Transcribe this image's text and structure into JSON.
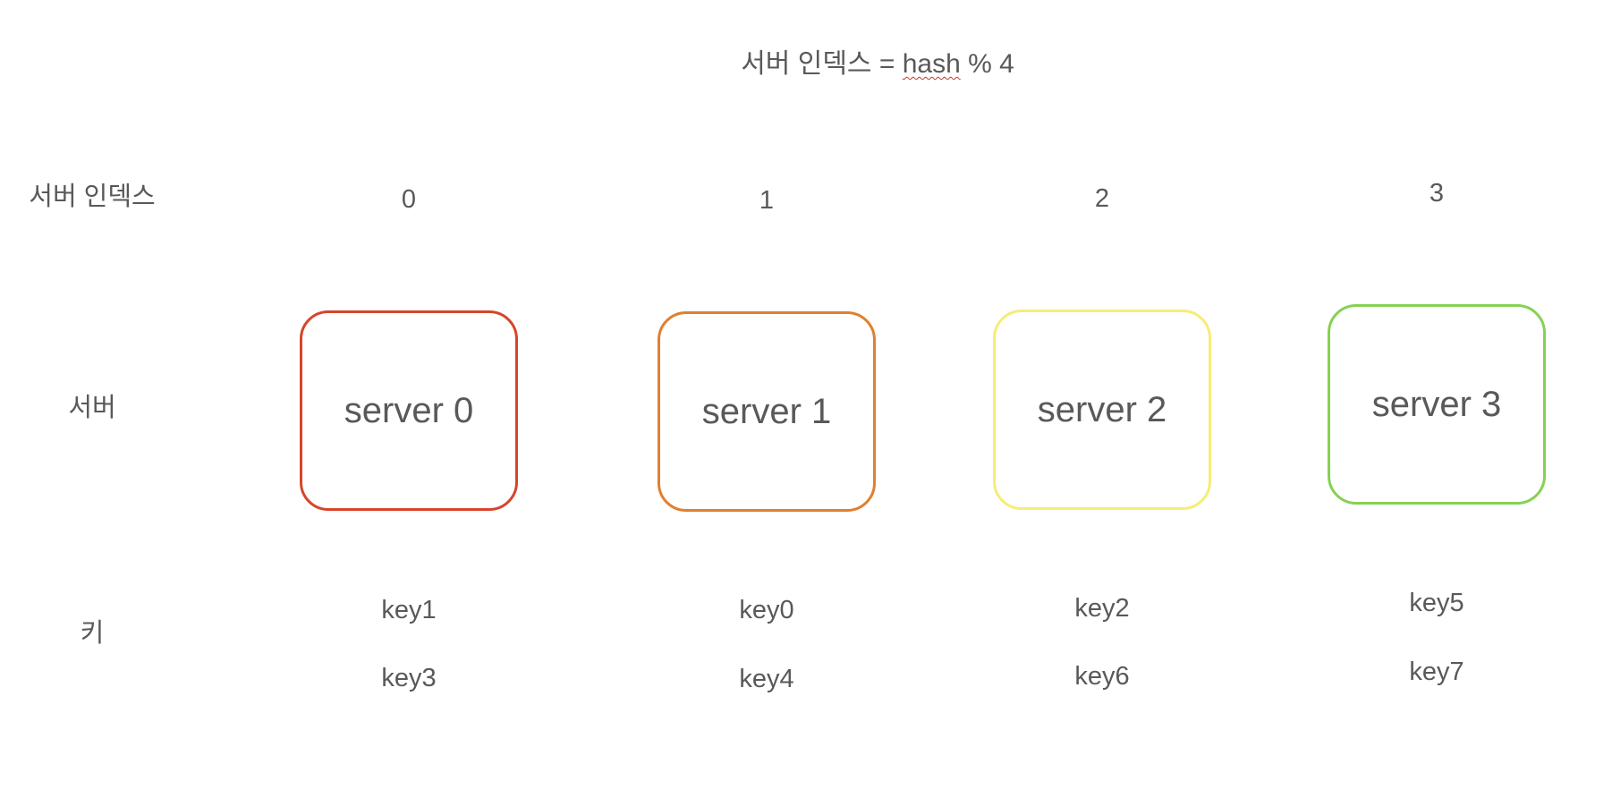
{
  "formula": {
    "prefix": "서버 인덱스 = ",
    "hash_word": "hash",
    "suffix": " % 4"
  },
  "row_labels": {
    "server_index": "서버 인덱스",
    "server": "서버",
    "key": "키"
  },
  "columns": [
    {
      "index": "0",
      "server": "server 0",
      "keys": [
        "key1",
        "key3"
      ],
      "color": "#d6452a"
    },
    {
      "index": "1",
      "server": "server 1",
      "keys": [
        "key0",
        "key4"
      ],
      "color": "#e0802f"
    },
    {
      "index": "2",
      "server": "server 2",
      "keys": [
        "key2",
        "key6"
      ],
      "color": "#f7ec76"
    },
    {
      "index": "3",
      "server": "server 3",
      "keys": [
        "key5",
        "key7"
      ],
      "color": "#86d153"
    }
  ]
}
